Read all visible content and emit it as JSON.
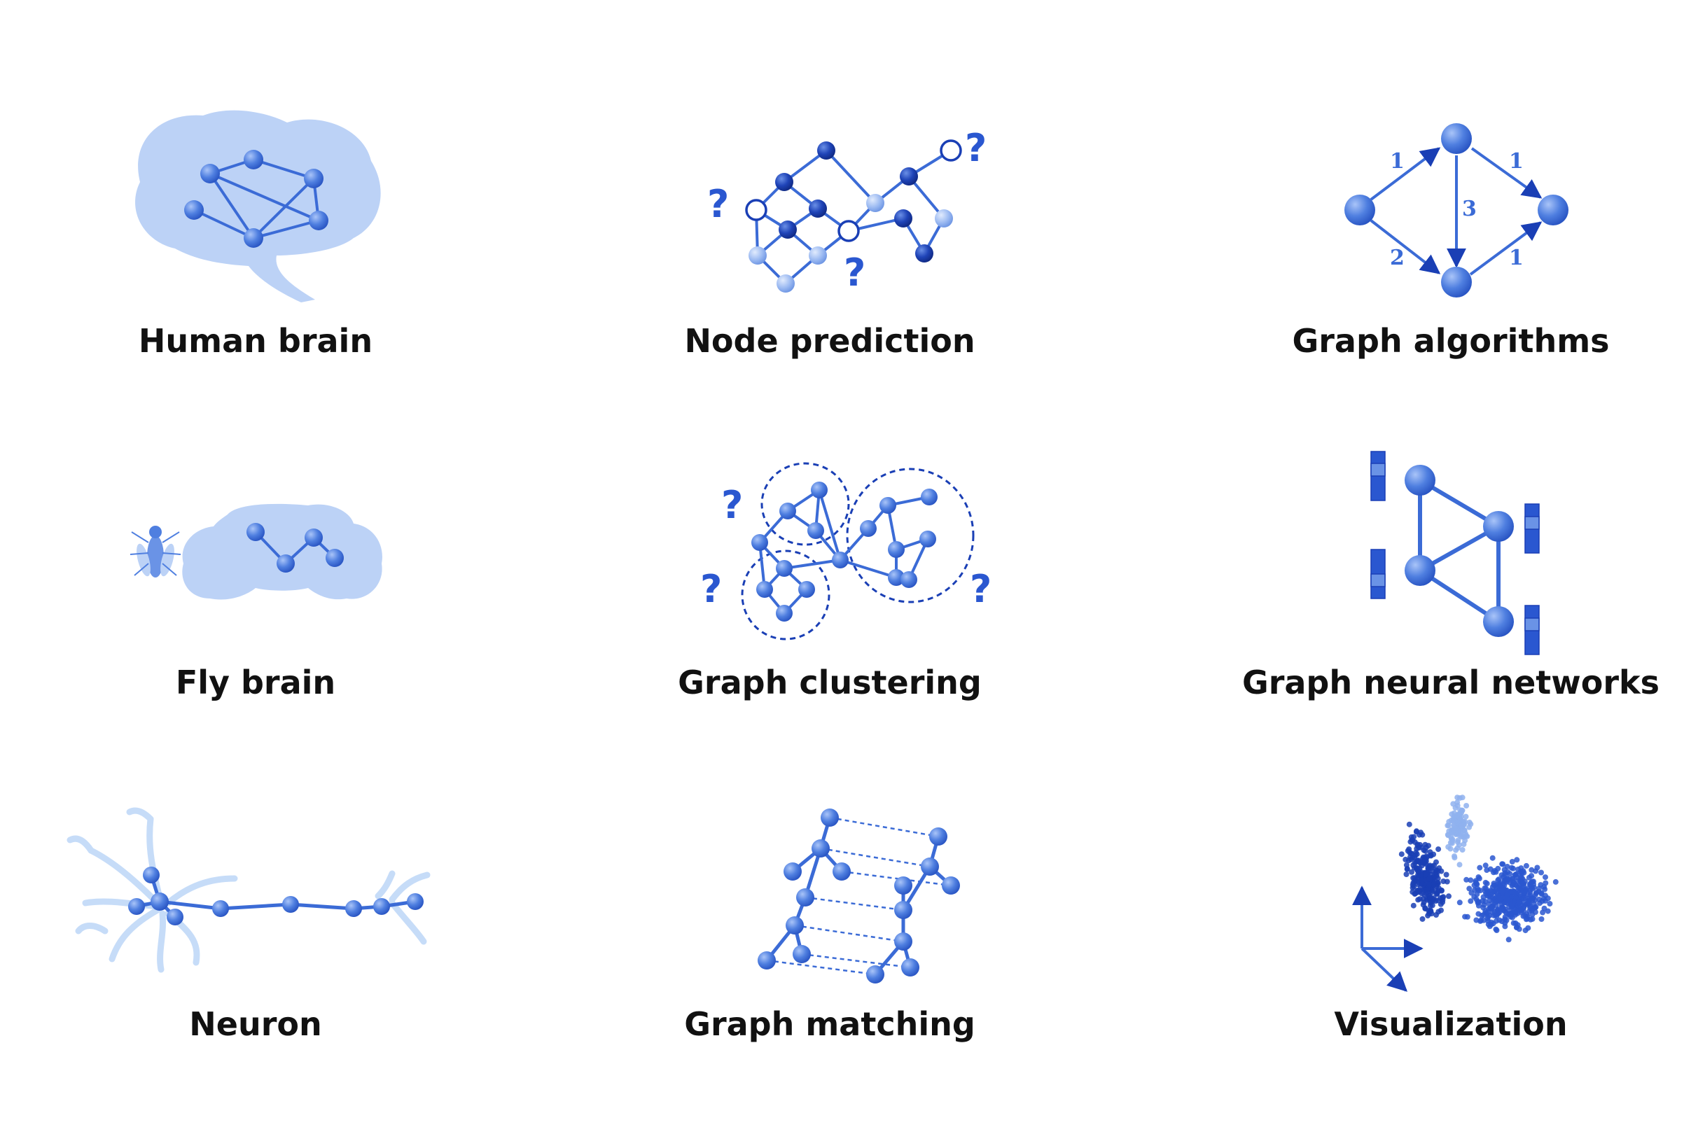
{
  "colors": {
    "pale": "#bcd2f6",
    "mid": "#4f7fe0",
    "dark": "#1a3fb5",
    "light_node": "#8fb2ef",
    "accent": "#2a57d0"
  },
  "panels": [
    {
      "label": "Human brain",
      "icon": "brain-network-icon"
    },
    {
      "label": "Node prediction",
      "icon": "node-prediction-icon"
    },
    {
      "label": "Graph algorithms",
      "icon": "weighted-digraph-icon"
    },
    {
      "label": "Fly brain",
      "icon": "fly-brain-icon"
    },
    {
      "label": "Graph clustering",
      "icon": "graph-clustering-icon"
    },
    {
      "label": "Graph neural networks",
      "icon": "gnn-icon"
    },
    {
      "label": "Neuron",
      "icon": "neuron-icon"
    },
    {
      "label": "Graph matching",
      "icon": "graph-matching-icon"
    },
    {
      "label": "Visualization",
      "icon": "scatter-visualization-icon"
    }
  ],
  "question_mark": "?",
  "edge_weights": [
    "1",
    "1",
    "3",
    "2",
    "1"
  ]
}
